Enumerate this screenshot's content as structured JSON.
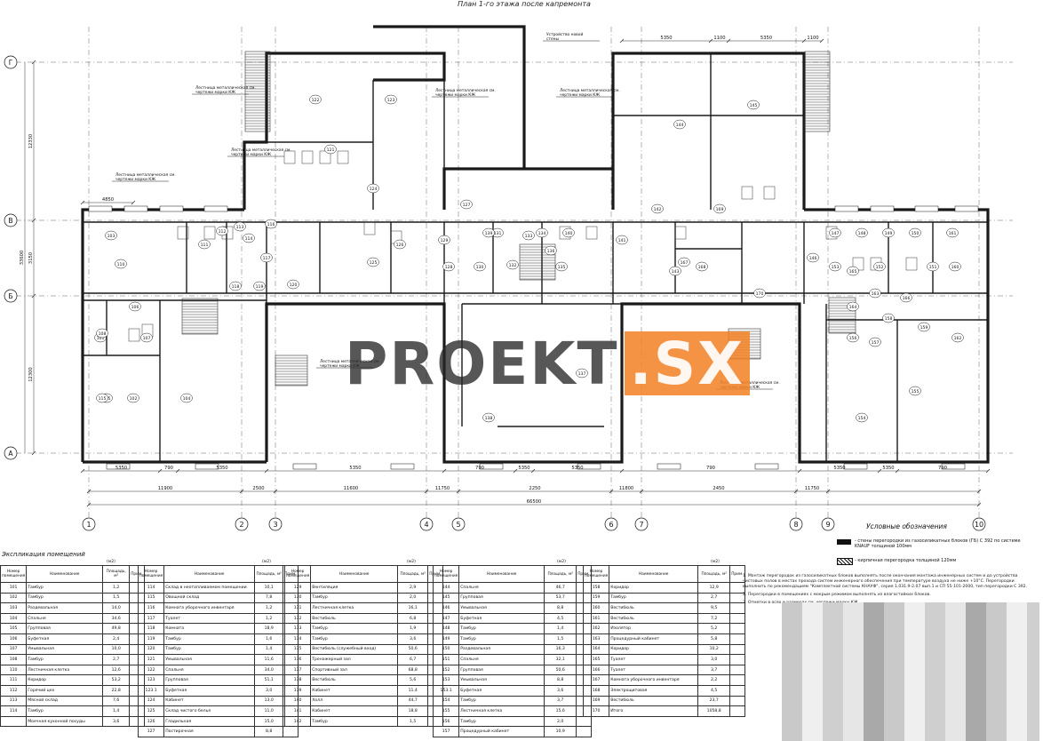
{
  "plan_title": "План 1-го этажа после капремонта",
  "axes": {
    "horizontal": [
      "1",
      "2",
      "3",
      "4",
      "5",
      "6",
      "7",
      "8",
      "9",
      "10"
    ],
    "vertical": [
      "Г",
      "В",
      "Б",
      "А"
    ]
  },
  "dimensions": {
    "top_left_span": "4850",
    "top_mid_spans": [
      "5350",
      "1100",
      "5350",
      "1100"
    ],
    "bottom_spans": [
      "5350",
      "790",
      "5350",
      "5350",
      "790",
      "5350",
      "5350",
      "790",
      "5350",
      "5350",
      "790",
      "5350"
    ],
    "overall_spans": [
      "11900",
      "2500",
      "11600",
      "11750",
      "2250",
      "11800",
      "2450",
      "11750"
    ],
    "total": "66500",
    "vertical_left": [
      "12330",
      "3150",
      "12300"
    ],
    "vertical_total": "33600"
  },
  "room_labels": [
    "101",
    "102",
    "103",
    "104",
    "105",
    "106",
    "107",
    "108",
    "110",
    "111",
    "112",
    "113",
    "114",
    "115",
    "116",
    "117",
    "118",
    "119",
    "120",
    "121",
    "122",
    "123",
    "124",
    "125",
    "126",
    "127",
    "128",
    "129",
    "130",
    "131",
    "132",
    "133",
    "134",
    "135",
    "136",
    "137",
    "138",
    "139",
    "140",
    "141",
    "142",
    "143",
    "144",
    "145",
    "146",
    "147",
    "148",
    "149",
    "150",
    "151",
    "152",
    "153",
    "154",
    "155",
    "156",
    "157",
    "158",
    "159",
    "160",
    "161",
    "162",
    "163",
    "164",
    "165",
    "166",
    "167",
    "168",
    "169",
    "170"
  ],
  "callouts": [
    "Лестница металлическая см. чертежи марки КЖ",
    "Лестница металлическая см. чертежи марки КЖ",
    "Лестница металлическая см. чертежи марки КЖ",
    "Лестница металлическая см. чертежи марки КЖ",
    "Лестница металлическая см. чертежи марки КЖ",
    "Лестница металлическая см. чертежи марки КЖ",
    "Лестница металлическая см. чертежи марки КЖ",
    "Устройство новой стены"
  ],
  "watermark": {
    "left": "PROEKT",
    "right": ".SX"
  },
  "legend": {
    "title": "Условные обозначения",
    "items": [
      "- стены перегородки из газосиликатных блоков (ГБ) С 392 по системе KNAUF толщиной 100мм",
      "- кирпичная перегородка толщиной 120мм"
    ]
  },
  "explication": {
    "title": "Экспликация помещений",
    "unit": "(м2)",
    "headers": [
      "Номер помещения",
      "Наименование",
      "Площадь, м²",
      "Прим."
    ],
    "tables": [
      [
        [
          "101",
          "Тамбур",
          "1,2"
        ],
        [
          "102",
          "Тамбур",
          "1,5"
        ],
        [
          "103",
          "Раздевальная",
          "14,0"
        ],
        [
          "104",
          "Спальня",
          "34,6"
        ],
        [
          "105",
          "Групповая",
          "49,8"
        ],
        [
          "106",
          "Буфетная",
          "2,4"
        ],
        [
          "107",
          "Умывальная",
          "10,0"
        ],
        [
          "108",
          "Тамбур",
          "2,7"
        ],
        [
          "110",
          "Лестничная клетка",
          "12,6"
        ],
        [
          "111",
          "Коридор",
          "53,2"
        ],
        [
          "112",
          "Горячий цех",
          "22,8"
        ],
        [
          "113",
          "Мясной склад",
          "7,6"
        ],
        [
          "114",
          "Тамбур",
          "1,4"
        ],
        [
          "",
          "Моечная кухонной посуды",
          "3,6"
        ]
      ],
      [
        [
          "114",
          "Склад в неотапливаемом помещении",
          "10,1"
        ],
        [
          "115",
          "Овощной склад",
          "7,8"
        ],
        [
          "116",
          "Комната уборочного инвентаря",
          "1,2"
        ],
        [
          "117",
          "Туалет",
          "1,2"
        ],
        [
          "118",
          "Комната",
          "18,9"
        ],
        [
          "119",
          "Тамбур",
          "1,6"
        ],
        [
          "120",
          "Тамбур",
          "1,4"
        ],
        [
          "121",
          "Умывальная",
          "11,6"
        ],
        [
          "122",
          "Спальня",
          "34,0"
        ],
        [
          "123",
          "Групповая",
          "51,1"
        ],
        [
          "123.1",
          "Буфетная",
          "3,0"
        ],
        [
          "124",
          "Кабинет",
          "13,0"
        ],
        [
          "125",
          "Склад чистого белья",
          "11,0"
        ],
        [
          "126",
          "Гладильная",
          "15,0"
        ],
        [
          "127",
          "Постирочная",
          "8,8"
        ]
      ],
      [
        [
          "129",
          "Вентиляция",
          "2,9"
        ],
        [
          "130",
          "Тамбур",
          "2,0"
        ],
        [
          "131",
          "Лестничная клетка",
          "16,1"
        ],
        [
          "132",
          "Вестибюль",
          "6,8"
        ],
        [
          "133",
          "Тамбур",
          "1,9"
        ],
        [
          "134",
          "Тамбур",
          "3,6"
        ],
        [
          "135",
          "Вестибюль (служебный вход)",
          "50,6"
        ],
        [
          "136",
          "Тренажерный зал",
          "6,7"
        ],
        [
          "137",
          "Спортивный зал",
          "68,8"
        ],
        [
          "138",
          "Вестибюль",
          "5,6"
        ],
        [
          "139",
          "Кабинет",
          "11,4"
        ],
        [
          "140",
          "Холл",
          "44,7"
        ],
        [
          "141",
          "Кабинет",
          "18,8"
        ],
        [
          "142",
          "Тамбур",
          "1,5"
        ]
      ],
      [
        [
          "144",
          "Спальня",
          "46,7"
        ],
        [
          "145",
          "Групповая",
          "53,7"
        ],
        [
          "146",
          "Умывальная",
          "8,8"
        ],
        [
          "147",
          "Буфетная",
          "4,5"
        ],
        [
          "148",
          "Тамбур",
          "1,4"
        ],
        [
          "149",
          "Тамбур",
          "1,5"
        ],
        [
          "150",
          "Раздевальная",
          "16,3"
        ],
        [
          "151",
          "Спальня",
          "32,1"
        ],
        [
          "152",
          "Групповая",
          "50,6"
        ],
        [
          "153",
          "Умывальная",
          "8,8"
        ],
        [
          "153.1",
          "Буфетная",
          "3,6"
        ],
        [
          "154",
          "Тамбур",
          "3,7"
        ],
        [
          "155",
          "Лестничная клетка",
          "15,6"
        ],
        [
          "156",
          "Тамбур",
          "2,0"
        ],
        [
          "157",
          "Процедурный кабинет",
          "10,9"
        ]
      ],
      [
        [
          "158",
          "Коридор",
          "12,9"
        ],
        [
          "159",
          "Тамбур",
          "2,7"
        ],
        [
          "160",
          "Вестибюль",
          "9,5"
        ],
        [
          "161",
          "Вестибюль",
          "7,2"
        ],
        [
          "162",
          "Изолятор",
          "5,2"
        ],
        [
          "163",
          "Процедурный кабинет",
          "5,8"
        ],
        [
          "164",
          "Коридор",
          "10,2"
        ],
        [
          "165",
          "Туалет",
          "3,0"
        ],
        [
          "166",
          "Туалет",
          "3,7"
        ],
        [
          "167",
          "Комната уборочного инвентаря",
          "2,2"
        ],
        [
          "168",
          "Электрощитовая",
          "4,5"
        ],
        [
          "169",
          "Вестибюль",
          "23,7"
        ],
        [
          "170",
          "Итого",
          "1058,8"
        ]
      ]
    ]
  },
  "notes": [
    "1. Монтаж перегородок из газосиликатных блоков выполнять после окончания монтажа инженерных систем и до устройства чистовых полов в местах прохода систем инженерного обеспечения при температуре воздуха не ниже +10°C. Перегородки выполнить по рекомендациям \"Комплектной системы КНАУФ\", серия 1.031.9-2.07 вып.1 и СП 55-101-2000, тип перегородки С 392.",
    "2. Перегородки в помещениях с мокрым режимом выполнять из влагостойких блоков.",
    "3. Отметки в осях и размерах см. чертежи марки КЖ."
  ],
  "colors": {
    "line": "#1a1a1a",
    "watermark_accent": "#f3801f"
  }
}
